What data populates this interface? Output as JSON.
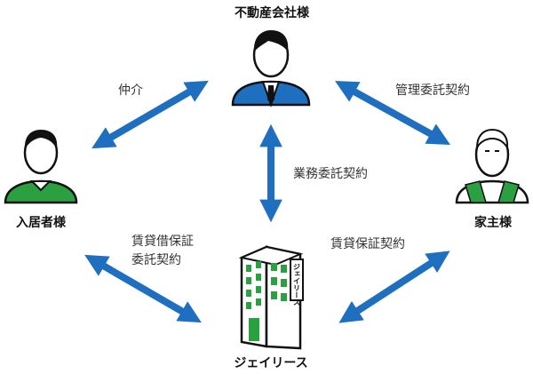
{
  "entities": {
    "realtor": "不動産会社様",
    "tenant": "入居者様",
    "landlord": "家主様",
    "company": "ジェイリース"
  },
  "building_sign": "ジェイリース",
  "relations": {
    "brokerage": "仲介",
    "management": "管理委託契約",
    "business": "業務委託契約",
    "tenant_guarantee_line1": "賃貸借保証",
    "tenant_guarantee_line2": "委託契約",
    "landlord_guarantee": "賃貸保証契約"
  },
  "colors": {
    "arrow": "#1f6fc0",
    "suit": "#1f6fc0",
    "green": "#2aa040",
    "outline": "#111111"
  }
}
